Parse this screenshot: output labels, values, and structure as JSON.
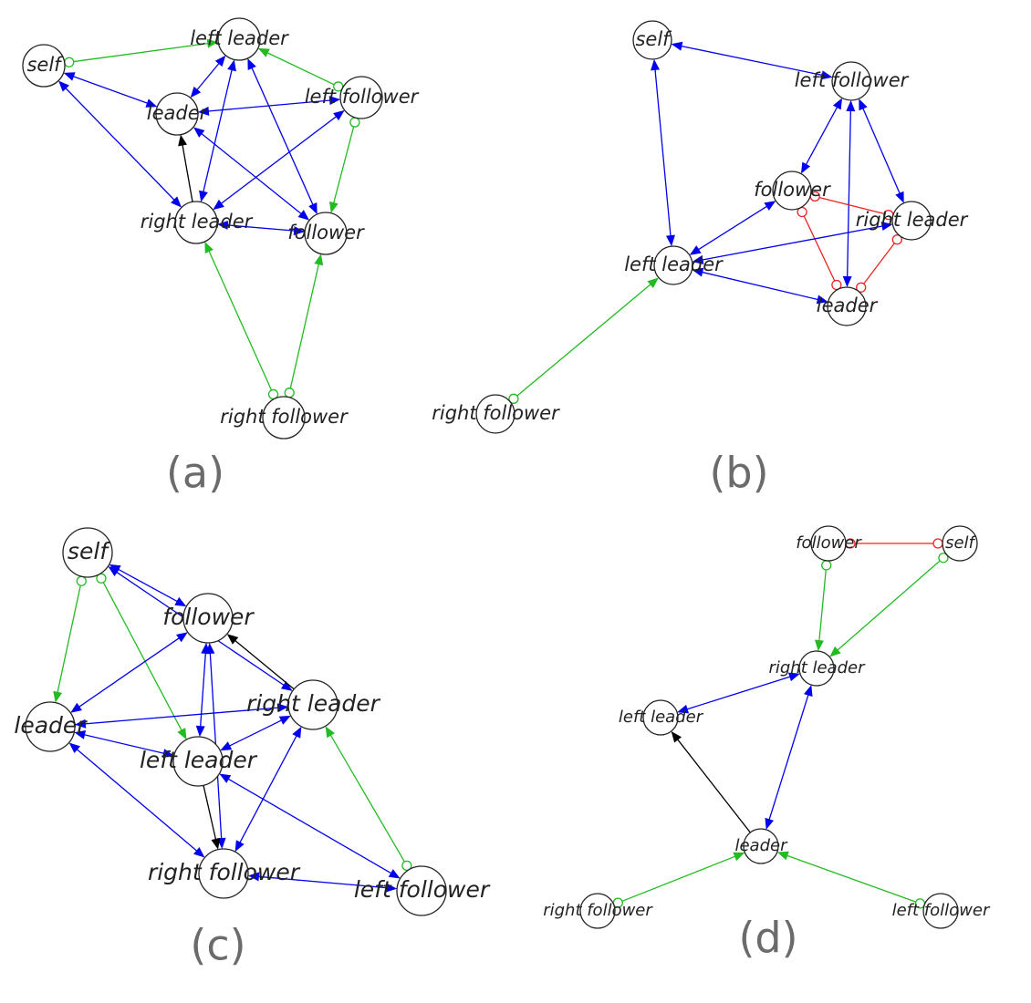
{
  "colors": {
    "bidirected": "#0000ee",
    "partially_directed": "#22bb22",
    "directed": "#000000",
    "nondirected": "#ee2222",
    "node_stroke": "#222222",
    "caption": "#6b6b6b"
  },
  "panels": [
    {
      "id": "a",
      "caption": "(a)",
      "nodes": [
        {
          "id": "self",
          "label": "self"
        },
        {
          "id": "left_leader",
          "label": "left leader"
        },
        {
          "id": "leader",
          "label": "leader"
        },
        {
          "id": "left_follower",
          "label": "left follower"
        },
        {
          "id": "right_leader",
          "label": "right leader"
        },
        {
          "id": "follower",
          "label": "follower"
        },
        {
          "id": "right_follower",
          "label": "right follower"
        }
      ],
      "edges": [
        {
          "from": "self",
          "to": "left_leader",
          "kind": "partially_directed"
        },
        {
          "from": "self",
          "to": "leader",
          "kind": "bidirected"
        },
        {
          "from": "self",
          "to": "right_leader",
          "kind": "bidirected"
        },
        {
          "from": "left_leader",
          "to": "leader",
          "kind": "bidirected"
        },
        {
          "from": "left_leader",
          "to": "right_leader",
          "kind": "bidirected"
        },
        {
          "from": "left_leader",
          "to": "follower",
          "kind": "bidirected"
        },
        {
          "from": "left_follower",
          "to": "left_leader",
          "kind": "partially_directed"
        },
        {
          "from": "leader",
          "to": "left_follower",
          "kind": "bidirected"
        },
        {
          "from": "leader",
          "to": "follower",
          "kind": "bidirected"
        },
        {
          "from": "left_follower",
          "to": "right_leader",
          "kind": "bidirected"
        },
        {
          "from": "left_follower",
          "to": "follower",
          "kind": "partially_directed"
        },
        {
          "from": "right_leader",
          "to": "leader",
          "kind": "directed"
        },
        {
          "from": "right_leader",
          "to": "follower",
          "kind": "bidirected"
        },
        {
          "from": "right_follower",
          "to": "right_leader",
          "kind": "partially_directed"
        },
        {
          "from": "right_follower",
          "to": "follower",
          "kind": "partially_directed"
        }
      ]
    },
    {
      "id": "b",
      "caption": "(b)",
      "nodes": [
        {
          "id": "self",
          "label": "self"
        },
        {
          "id": "left_follower",
          "label": "left follower"
        },
        {
          "id": "follower",
          "label": "follower"
        },
        {
          "id": "right_leader",
          "label": "right leader"
        },
        {
          "id": "left_leader",
          "label": "left leader"
        },
        {
          "id": "leader",
          "label": "leader"
        },
        {
          "id": "right_follower",
          "label": "right follower"
        }
      ],
      "edges": [
        {
          "from": "self",
          "to": "left_follower",
          "kind": "bidirected"
        },
        {
          "from": "self",
          "to": "left_leader",
          "kind": "bidirected"
        },
        {
          "from": "left_follower",
          "to": "follower",
          "kind": "bidirected"
        },
        {
          "from": "left_follower",
          "to": "right_leader",
          "kind": "bidirected"
        },
        {
          "from": "left_follower",
          "to": "leader",
          "kind": "bidirected"
        },
        {
          "from": "follower",
          "to": "right_leader",
          "kind": "nondirected"
        },
        {
          "from": "follower",
          "to": "leader",
          "kind": "nondirected"
        },
        {
          "from": "right_leader",
          "to": "leader",
          "kind": "nondirected"
        },
        {
          "from": "follower",
          "to": "left_leader",
          "kind": "bidirected"
        },
        {
          "from": "right_leader",
          "to": "left_leader",
          "kind": "bidirected"
        },
        {
          "from": "leader",
          "to": "left_leader",
          "kind": "bidirected"
        },
        {
          "from": "right_follower",
          "to": "left_leader",
          "kind": "partially_directed"
        }
      ]
    },
    {
      "id": "c",
      "caption": "(c)",
      "nodes": [
        {
          "id": "self",
          "label": "self"
        },
        {
          "id": "follower",
          "label": "follower"
        },
        {
          "id": "right_leader",
          "label": "right leader"
        },
        {
          "id": "leader",
          "label": "leader"
        },
        {
          "id": "left_leader",
          "label": "left leader"
        },
        {
          "id": "right_follower",
          "label": "right follower"
        },
        {
          "id": "left_follower",
          "label": "left follower"
        }
      ],
      "edges": [
        {
          "from": "self",
          "to": "leader",
          "kind": "partially_directed"
        },
        {
          "from": "self",
          "to": "left_leader",
          "kind": "partially_directed"
        },
        {
          "from": "self",
          "to": "follower",
          "kind": "bidirected"
        },
        {
          "from": "self",
          "to": "right_leader",
          "kind": "bidirected"
        },
        {
          "from": "right_leader",
          "to": "follower",
          "kind": "directed"
        },
        {
          "from": "follower",
          "to": "leader",
          "kind": "bidirected"
        },
        {
          "from": "follower",
          "to": "left_leader",
          "kind": "bidirected"
        },
        {
          "from": "follower",
          "to": "right_follower",
          "kind": "bidirected"
        },
        {
          "from": "leader",
          "to": "right_leader",
          "kind": "bidirected"
        },
        {
          "from": "leader",
          "to": "left_leader",
          "kind": "bidirected"
        },
        {
          "from": "leader",
          "to": "right_follower",
          "kind": "bidirected"
        },
        {
          "from": "right_leader",
          "to": "left_leader",
          "kind": "bidirected"
        },
        {
          "from": "right_leader",
          "to": "right_follower",
          "kind": "bidirected"
        },
        {
          "from": "left_follower",
          "to": "right_leader",
          "kind": "partially_directed"
        },
        {
          "from": "left_leader",
          "to": "right_follower",
          "kind": "directed"
        },
        {
          "from": "left_leader",
          "to": "left_follower",
          "kind": "bidirected"
        },
        {
          "from": "right_follower",
          "to": "left_follower",
          "kind": "bidirected"
        }
      ]
    },
    {
      "id": "d",
      "caption": "(d)",
      "nodes": [
        {
          "id": "follower",
          "label": "follower"
        },
        {
          "id": "self",
          "label": "self"
        },
        {
          "id": "right_leader",
          "label": "right leader"
        },
        {
          "id": "left_leader",
          "label": "left leader"
        },
        {
          "id": "leader",
          "label": "leader"
        },
        {
          "id": "right_follower",
          "label": "right follower"
        },
        {
          "id": "left_follower",
          "label": "left follower"
        }
      ],
      "edges": [
        {
          "from": "follower",
          "to": "self",
          "kind": "nondirected"
        },
        {
          "from": "follower",
          "to": "right_leader",
          "kind": "partially_directed"
        },
        {
          "from": "self",
          "to": "right_leader",
          "kind": "partially_directed"
        },
        {
          "from": "right_leader",
          "to": "left_leader",
          "kind": "bidirected"
        },
        {
          "from": "leader",
          "to": "right_leader",
          "kind": "bidirected"
        },
        {
          "from": "leader",
          "to": "left_leader",
          "kind": "directed"
        },
        {
          "from": "right_follower",
          "to": "leader",
          "kind": "partially_directed"
        },
        {
          "from": "left_follower",
          "to": "leader",
          "kind": "partially_directed"
        }
      ]
    }
  ]
}
